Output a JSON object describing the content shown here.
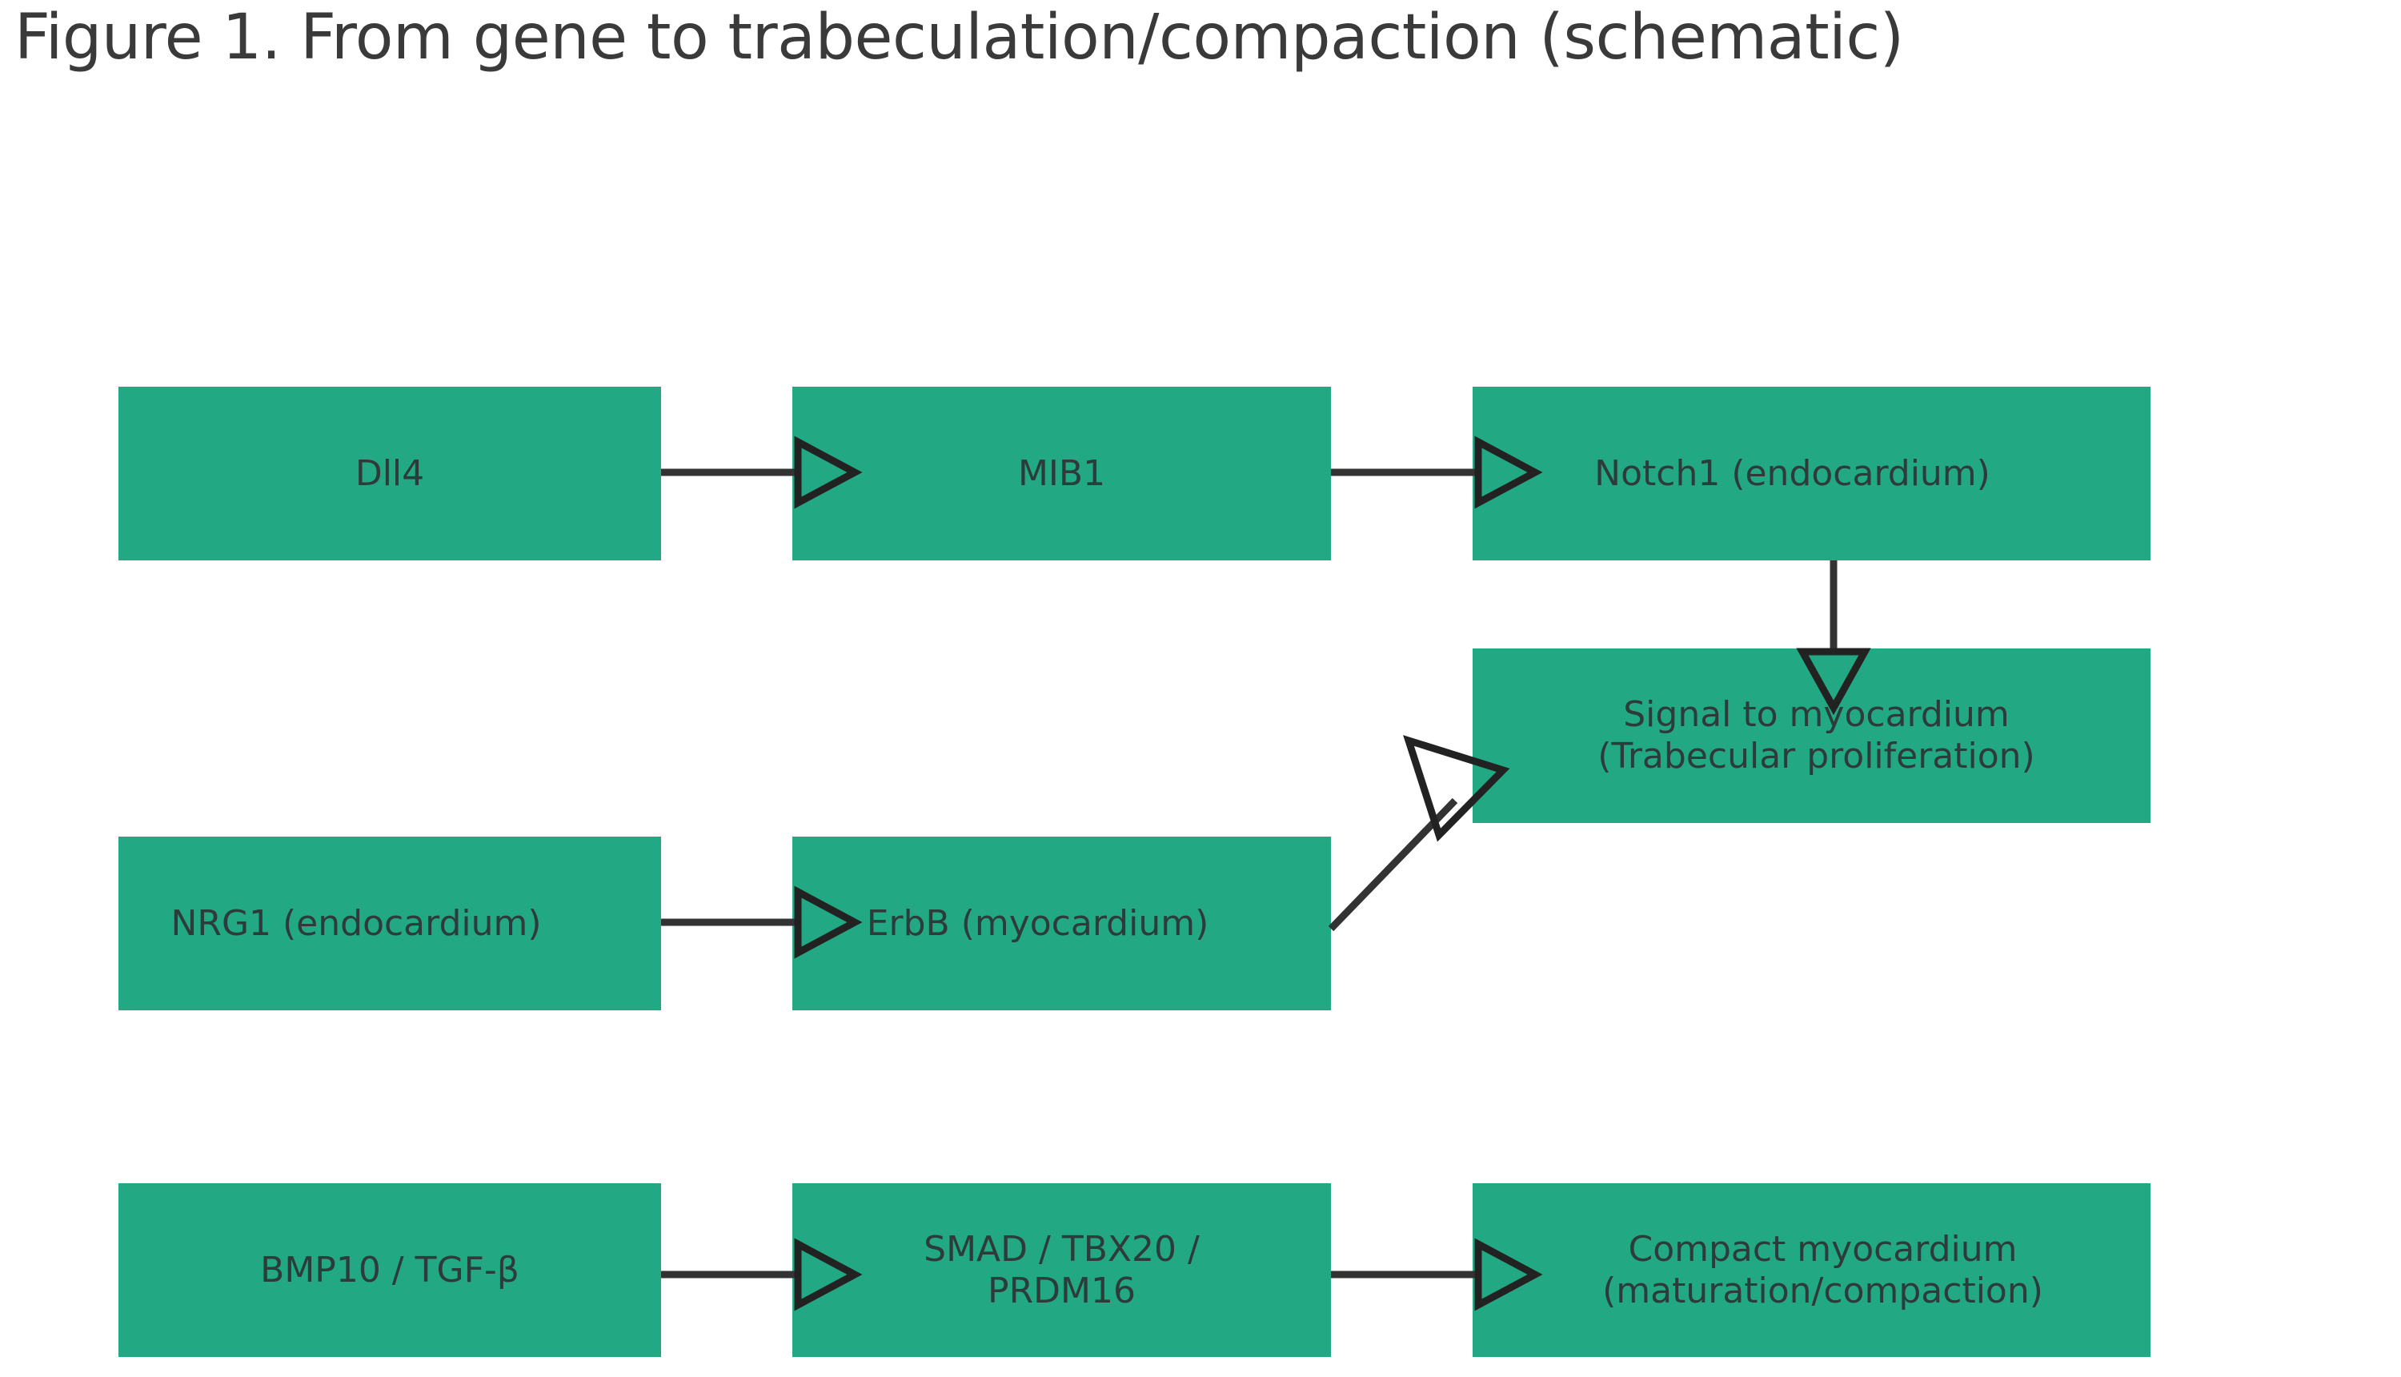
{
  "figure": {
    "title": "Figure 1. From gene to trabeculation/compaction (schematic)",
    "type": "flowchart",
    "background_color": "#ffffff",
    "node_fill_color": "#23a884",
    "node_text_color": "#2d3b3b",
    "edge_color": "#333333",
    "title_color": "#3a3a3a"
  },
  "nodes": [
    {
      "id": "dll4",
      "label": "Dll4",
      "row": 1,
      "column": 1
    },
    {
      "id": "mib1",
      "label": "MIB1",
      "row": 1,
      "column": 2
    },
    {
      "id": "notch1",
      "label": "Notch1 (endocardium)",
      "row": 1,
      "column": 3
    },
    {
      "id": "signal",
      "label": "Signal to myocardium\n(Trabecular proliferation)",
      "row": 2,
      "column": 3
    },
    {
      "id": "nrg1",
      "label": "NRG1 (endocardium)",
      "row": 3,
      "column": 1
    },
    {
      "id": "erbb",
      "label": "ErbB (myocardium)",
      "row": 3,
      "column": 2
    },
    {
      "id": "bmp10",
      "label": "BMP10 / TGF-β",
      "row": 4,
      "column": 1
    },
    {
      "id": "smad",
      "label": "SMAD / TBX20 /\nPRDM16",
      "row": 4,
      "column": 2
    },
    {
      "id": "compact",
      "label": "Compact myocardium\n(maturation/compaction)",
      "row": 4,
      "column": 3
    }
  ],
  "edges": [
    {
      "id": "edge-dll4-mib1",
      "from": "dll4",
      "to": "mib1",
      "style": "straight-horizontal",
      "arrowhead": "open-triangle"
    },
    {
      "id": "edge-mib1-notch1",
      "from": "mib1",
      "to": "notch1",
      "style": "straight-horizontal",
      "arrowhead": "open-triangle"
    },
    {
      "id": "edge-notch1-signal",
      "from": "notch1",
      "to": "signal",
      "style": "straight-vertical",
      "arrowhead": "open-triangle"
    },
    {
      "id": "edge-nrg1-erbb",
      "from": "nrg1",
      "to": "erbb",
      "style": "straight-horizontal",
      "arrowhead": "open-triangle"
    },
    {
      "id": "edge-erbb-signal",
      "from": "erbb",
      "to": "signal",
      "style": "diagonal",
      "arrowhead": "open-triangle"
    },
    {
      "id": "edge-bmp10-smad",
      "from": "bmp10",
      "to": "smad",
      "style": "straight-horizontal",
      "arrowhead": "open-triangle"
    },
    {
      "id": "edge-smad-compact",
      "from": "smad",
      "to": "compact",
      "style": "straight-horizontal",
      "arrowhead": "open-triangle"
    }
  ]
}
